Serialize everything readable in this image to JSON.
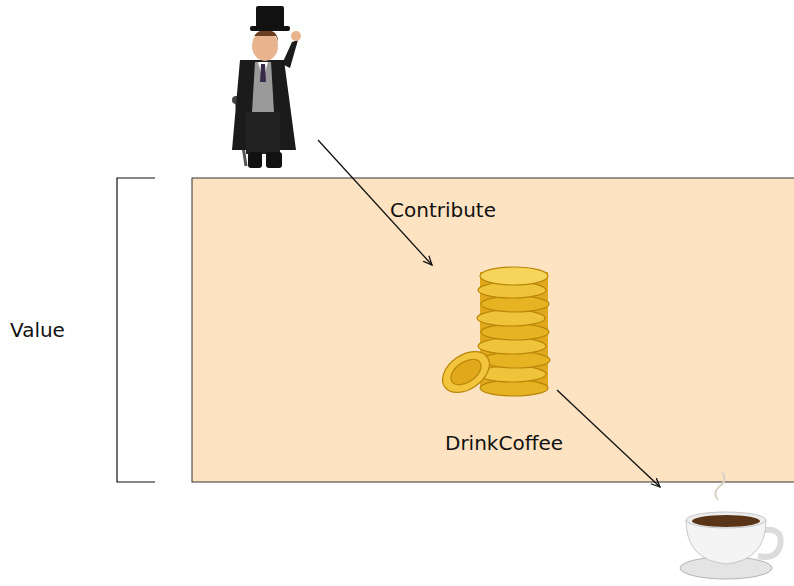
{
  "diagram": {
    "labels": [
      "Value",
      "Contribute",
      "DrinkCoffee"
    ]
  }
}
